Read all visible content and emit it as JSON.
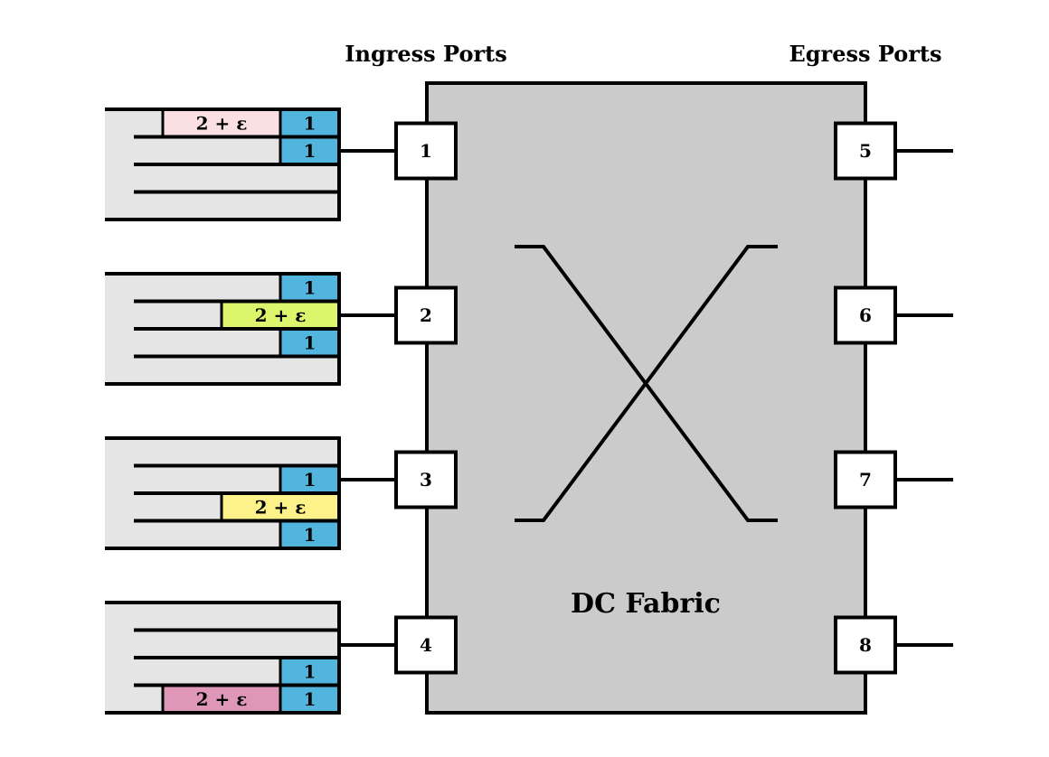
{
  "titles": {
    "ingress": "Ingress Ports",
    "egress": "Egress Ports",
    "fabric": "DC Fabric"
  },
  "colors": {
    "fabric_fill": "#cbcbcb",
    "queue_fill": "#e5e5e5",
    "port_fill": "#ffffff",
    "unit_packet": "#52b5de"
  },
  "ingress_ports": [
    {
      "label": "1",
      "queues": [
        [
          {
            "label": "2 + ε",
            "size": 2,
            "color": "#fbe0e3"
          },
          {
            "label": "1",
            "size": 1,
            "color": "#52b5de"
          }
        ],
        [
          {
            "label": "1",
            "size": 1,
            "color": "#52b5de"
          }
        ],
        [],
        []
      ]
    },
    {
      "label": "2",
      "queues": [
        [
          {
            "label": "1",
            "size": 1,
            "color": "#52b5de"
          }
        ],
        [
          {
            "label": "2 + ε",
            "size": 2,
            "color": "#ddf56c"
          }
        ],
        [
          {
            "label": "1",
            "size": 1,
            "color": "#52b5de"
          }
        ],
        []
      ]
    },
    {
      "label": "3",
      "queues": [
        [],
        [
          {
            "label": "1",
            "size": 1,
            "color": "#52b5de"
          }
        ],
        [
          {
            "label": "2 + ε",
            "size": 2,
            "color": "#fdf18a"
          }
        ],
        [
          {
            "label": "1",
            "size": 1,
            "color": "#52b5de"
          }
        ]
      ]
    },
    {
      "label": "4",
      "queues": [
        [],
        [],
        [
          {
            "label": "1",
            "size": 1,
            "color": "#52b5de"
          }
        ],
        [
          {
            "label": "2 + ε",
            "size": 2,
            "color": "#de97b6"
          },
          {
            "label": "1",
            "size": 1,
            "color": "#52b5de"
          }
        ]
      ]
    }
  ],
  "egress_ports": [
    {
      "label": "5"
    },
    {
      "label": "6"
    },
    {
      "label": "7"
    },
    {
      "label": "8"
    }
  ]
}
